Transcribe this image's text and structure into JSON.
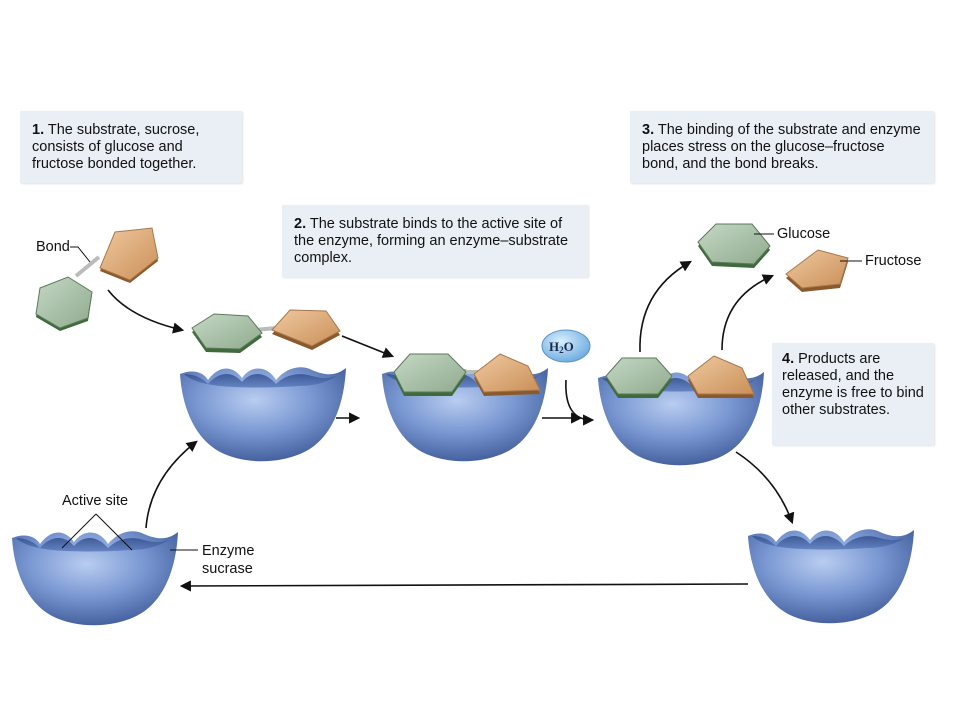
{
  "steps": [
    {
      "number": "1.",
      "text": "The substrate, sucrose, consists of glucose and fructose bonded together."
    },
    {
      "number": "2.",
      "text": "The substrate binds to the active site of the enzyme, forming an enzyme–substrate complex."
    },
    {
      "number": "3.",
      "text": "The binding of the substrate and enzyme places stress on the glucose–fructose bond, and the bond breaks."
    },
    {
      "number": "4.",
      "text": "Products are released, and the enzyme is free to bind other substrates."
    }
  ],
  "labels": {
    "bond": "Bond",
    "glucose": "Glucose",
    "fructose": "Fructose",
    "active_site": "Active site",
    "enzyme": "Enzyme",
    "enzyme_name": "sucrase",
    "water": "H2O"
  },
  "colors": {
    "glucose": "#9bb79a",
    "fructose": "#d9a874",
    "enzyme": "#6f8fcf",
    "textbox": "#e9eff5",
    "water_badge": "#8fc3ea"
  }
}
